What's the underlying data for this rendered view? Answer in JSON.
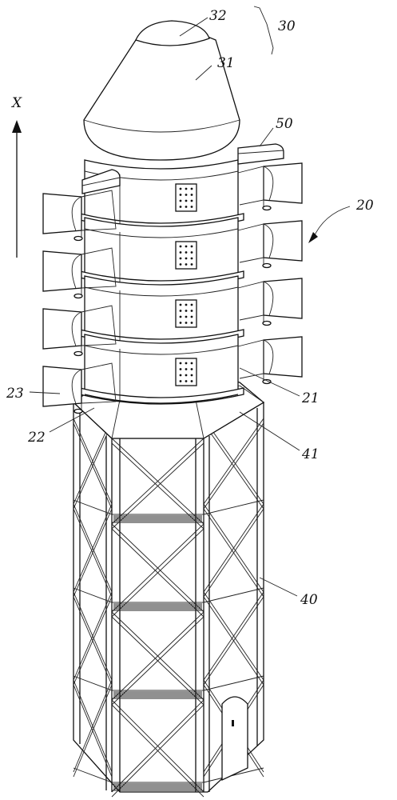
{
  "figure": {
    "axis_label": "X",
    "labels": {
      "r32": "32",
      "r30": "30",
      "r31": "31",
      "r50": "50",
      "r20": "20",
      "r23": "23",
      "r21": "21",
      "r22": "22",
      "r41": "41",
      "r40": "40"
    }
  },
  "colors": {
    "line": "#111111",
    "background": "#ffffff"
  }
}
